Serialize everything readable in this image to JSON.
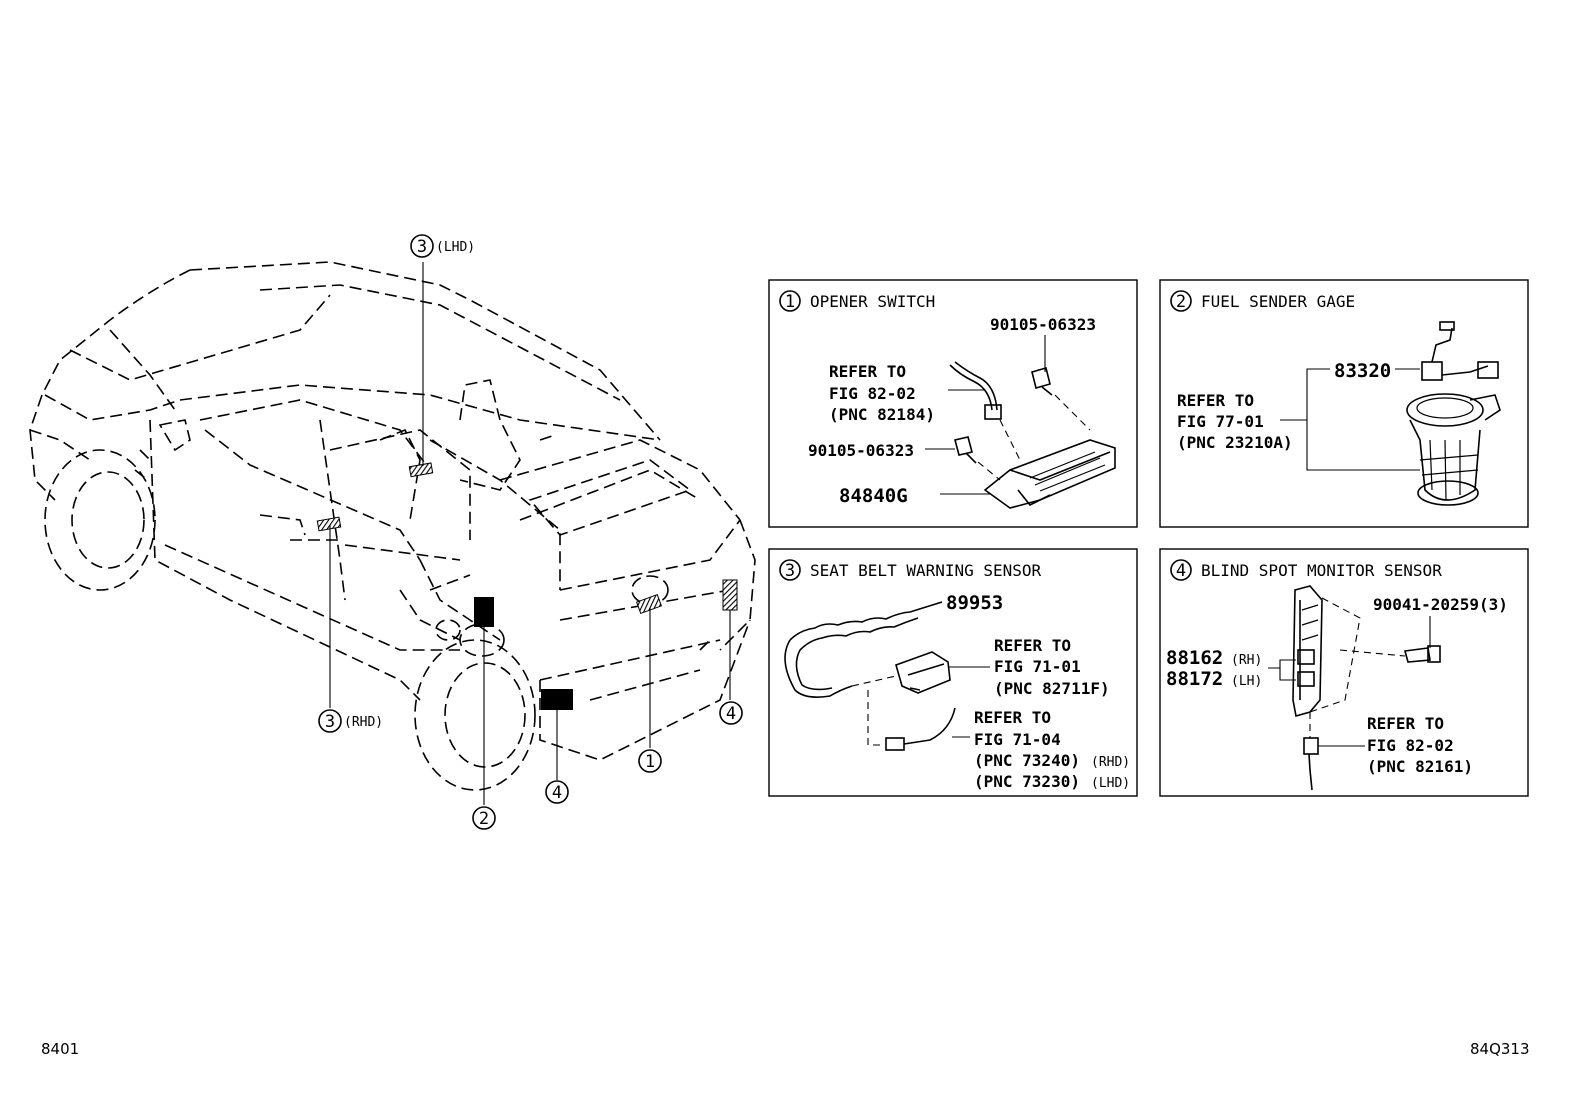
{
  "footer": {
    "left_code": "8401",
    "right_code": "84Q313"
  },
  "vehicle": {
    "callouts": [
      {
        "num": "3",
        "suffix": "(LHD)"
      },
      {
        "num": "3",
        "suffix": "(RHD)"
      },
      {
        "num": "2",
        "suffix": ""
      },
      {
        "num": "4",
        "suffix": ""
      },
      {
        "num": "1",
        "suffix": ""
      },
      {
        "num": "4",
        "suffix": ""
      }
    ]
  },
  "panels": {
    "opener_switch": {
      "num": "1",
      "title": "OPENER SWITCH",
      "parts": {
        "bolt_top": "90105-06323",
        "bolt_left": "90105-06323",
        "switch": "84840G"
      },
      "ref": [
        "REFER TO",
        "FIG 82-02",
        "(PNC 82184)"
      ]
    },
    "fuel_sender": {
      "num": "2",
      "title": "FUEL SENDER GAGE",
      "parts": {
        "gage": "83320"
      },
      "ref": [
        "REFER TO",
        "FIG 77-01",
        "(PNC 23210A)"
      ]
    },
    "seat_belt": {
      "num": "3",
      "title": "SEAT BELT WARNING SENSOR",
      "parts": {
        "sensor": "89953"
      },
      "ref1": [
        "REFER TO",
        "FIG 71-01",
        "(PNC 82711F)"
      ],
      "ref2": [
        "REFER TO",
        "FIG 71-04",
        "(PNC 73240)",
        "(RHD)",
        "(PNC 73230)",
        "(LHD)"
      ]
    },
    "blind_spot": {
      "num": "4",
      "title": "BLIND SPOT MONITOR SENSOR",
      "parts": {
        "bolt": "90041-20259(3)",
        "rh": "88162",
        "rh_tag": "(RH)",
        "lh": "88172",
        "lh_tag": "(LH)"
      },
      "ref": [
        "REFER TO",
        "FIG 82-02",
        "(PNC 82161)"
      ]
    }
  }
}
